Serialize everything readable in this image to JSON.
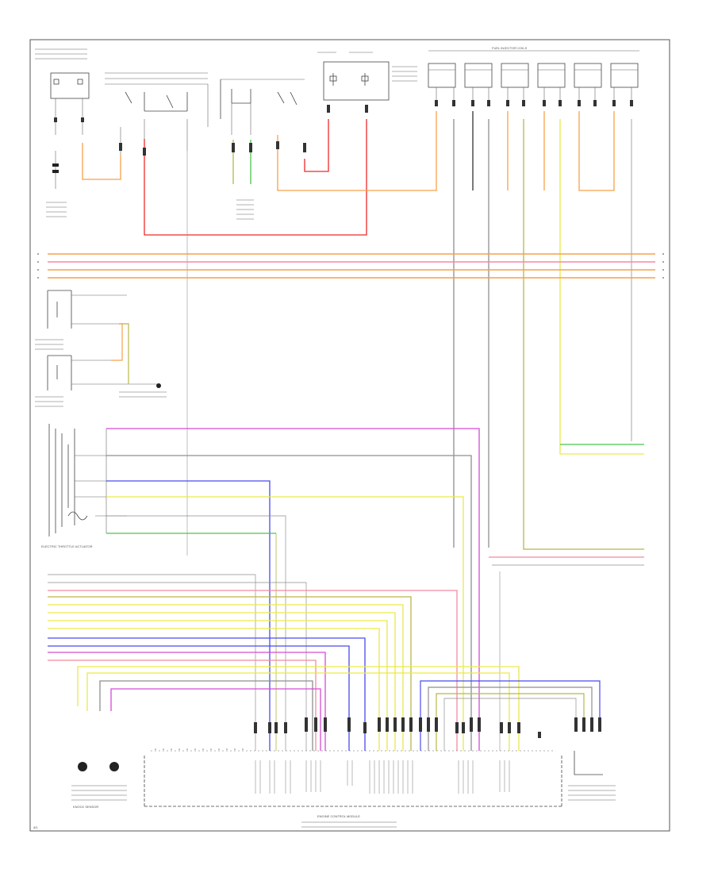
{
  "page": {
    "number": "4/1"
  },
  "colors": {
    "red": "#ee2a2a",
    "orange": "#f7a04a",
    "pink": "#f28ba0",
    "yellow": "#e9e94a",
    "green": "#4cc44c",
    "blue": "#4a4af0",
    "violet": "#d64ad6",
    "gray": "#8f8f8f",
    "black": "#333333",
    "darkyellow": "#b7b74a",
    "tan": "#d8b07a"
  },
  "components": {
    "coil_bank": {
      "title": "FUEL INJECTOR COILS"
    },
    "ecm": {
      "title": "ENGINE CONTROL MODULE"
    },
    "throttle": {
      "title": "ELECTRIC THROTTLE ACTUATOR"
    },
    "knock_sensor": {
      "title": "KNOCK SENSOR"
    }
  }
}
